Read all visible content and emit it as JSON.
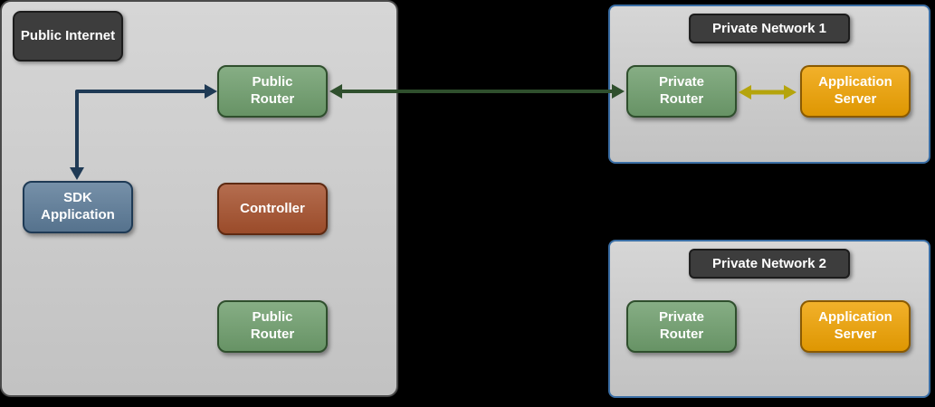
{
  "colors": {
    "page_bg": "#000000",
    "panel_fill_top": "#d6d6d6",
    "panel_fill_bottom": "#c2c2c2",
    "panel_border": "#4a4a4a",
    "network_border": "#3a6ea5",
    "title_fill": "#3d3d3d",
    "title_border": "#1c1c1c",
    "router_fill": "#6f9e6d",
    "router_border": "#2f4f2d",
    "sdk_fill": "#5c7b98",
    "sdk_border": "#1e3a55",
    "controller_fill": "#a6512d",
    "controller_border": "#5e2a12",
    "server_fill": "#efa202",
    "server_border": "#8a5a00",
    "arrow_navy": "#1f3a55",
    "arrow_green": "#2f4f2d",
    "arrow_yellow": "#b5a40c"
  },
  "public_internet_panel": {
    "title": "Public Internet",
    "nodes": {
      "public_router_top": {
        "label": "Public Router"
      },
      "sdk_application": {
        "label": "SDK Application"
      },
      "controller": {
        "label": "Controller"
      },
      "public_router_bottom": {
        "label": "Public Router"
      }
    }
  },
  "private_network_1": {
    "title": "Private Network 1",
    "nodes": {
      "private_router": {
        "label": "Private Router"
      },
      "application_server": {
        "label": "Application Server"
      }
    }
  },
  "private_network_2": {
    "title": "Private Network 2",
    "nodes": {
      "private_router": {
        "label": "Private Router"
      },
      "application_server": {
        "label": "Application Server"
      }
    }
  },
  "connections": [
    {
      "from": "public-router-top",
      "to": "sdk-application",
      "color": "navy",
      "bidirectional": true
    },
    {
      "from": "public-router-top",
      "to": "pn1-private-router",
      "color": "green",
      "bidirectional": true
    },
    {
      "from": "pn1-private-router",
      "to": "pn1-application-server",
      "color": "yellow",
      "bidirectional": true
    }
  ]
}
